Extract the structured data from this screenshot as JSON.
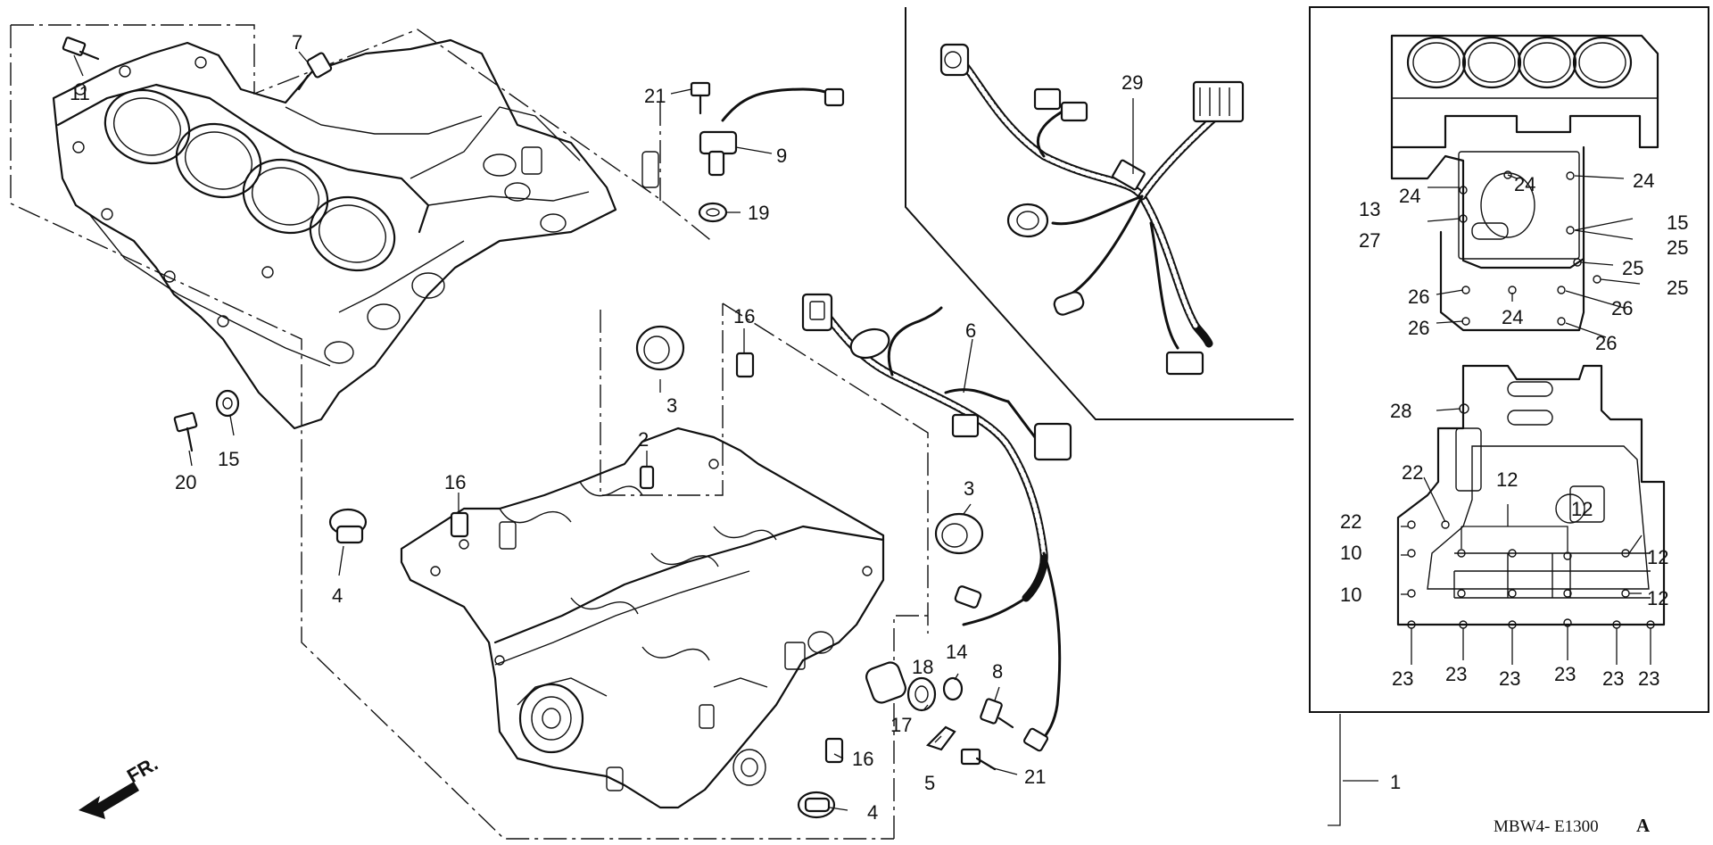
{
  "diagram": {
    "code_prefix": "MBW4- E1300",
    "code_suffix": "A",
    "front_label": "FR."
  },
  "callouts": {
    "c1": "1",
    "c2": "2",
    "c3a": "3",
    "c3b": "3",
    "c4a": "4",
    "c4b": "4",
    "c5": "5",
    "c6": "6",
    "c7": "7",
    "c8": "8",
    "c9": "9",
    "c10a": "10",
    "c10b": "10",
    "c11": "11",
    "c12a": "12",
    "c12b": "12",
    "c12c": "12",
    "c12d": "12",
    "c13": "13",
    "c14": "14",
    "c15a": "15",
    "c15b": "15",
    "c16a": "16",
    "c16b": "16",
    "c16c": "16",
    "c17": "17",
    "c18": "18",
    "c19": "19",
    "c20": "20",
    "c21a": "21",
    "c21b": "21",
    "c22a": "22",
    "c22b": "22",
    "c23a": "23",
    "c23b": "23",
    "c23c": "23",
    "c23d": "23",
    "c23e": "23",
    "c23f": "23",
    "c24a": "24",
    "c24b": "24",
    "c24c": "24",
    "c24d": "24",
    "c25a": "25",
    "c25b": "25",
    "c25c": "25",
    "c26a": "26",
    "c26b": "26",
    "c26c": "26",
    "c26d": "26",
    "c27": "27",
    "c28": "28",
    "c29": "29"
  }
}
